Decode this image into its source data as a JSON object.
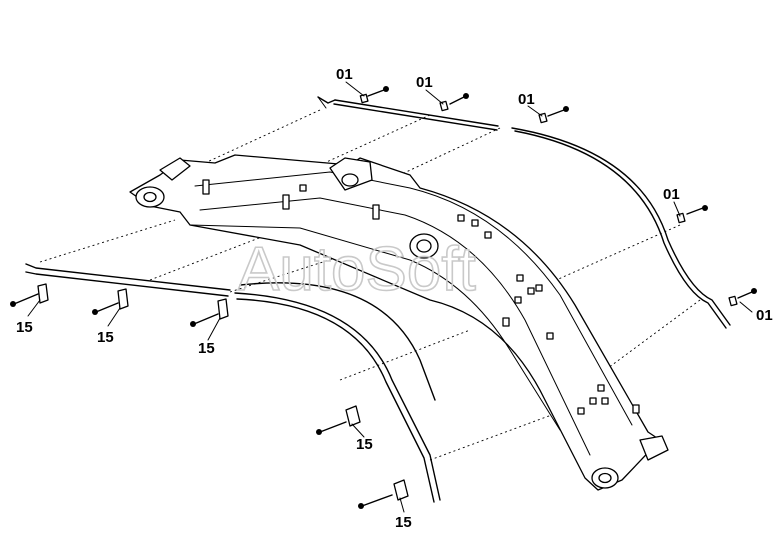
{
  "diagram": {
    "watermark": "AutoSoft",
    "callouts": [
      {
        "id": "c1",
        "text": "01"
      },
      {
        "id": "c2",
        "text": "01"
      },
      {
        "id": "c3",
        "text": "01"
      },
      {
        "id": "c4",
        "text": "01"
      },
      {
        "id": "c5",
        "text": "01"
      },
      {
        "id": "c6",
        "text": "15"
      },
      {
        "id": "c7",
        "text": "15"
      },
      {
        "id": "c8",
        "text": "15"
      },
      {
        "id": "c9",
        "text": "15"
      },
      {
        "id": "c10",
        "text": "15"
      }
    ]
  }
}
